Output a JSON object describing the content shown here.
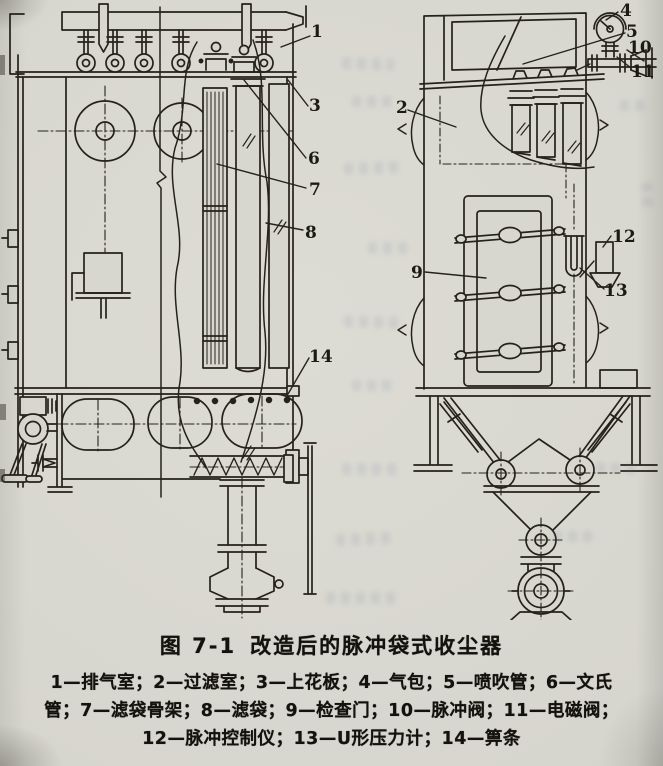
{
  "figure": {
    "caption": {
      "prefix": "图 7-1",
      "title": "改造后的脉冲袋式收尘器"
    },
    "legend_lines": [
      "1—排气室；2—过滤室；3—上花板；4—气包；5—喷吹管；6—文氏",
      "管；7—滤袋骨架；8—滤袋；9—检查门；10—脉冲阀；11—电磁阀；",
      "12—脉冲控制仪；13—U形压力计；14—箅条"
    ],
    "parts": [
      {
        "num": "1",
        "name": "排气室"
      },
      {
        "num": "2",
        "name": "过滤室"
      },
      {
        "num": "3",
        "name": "上花板"
      },
      {
        "num": "4",
        "name": "气包"
      },
      {
        "num": "5",
        "name": "喷吹管"
      },
      {
        "num": "6",
        "name": "文氏管"
      },
      {
        "num": "7",
        "name": "滤袋骨架"
      },
      {
        "num": "8",
        "name": "滤袋"
      },
      {
        "num": "9",
        "name": "检查门"
      },
      {
        "num": "10",
        "name": "脉冲阀"
      },
      {
        "num": "11",
        "name": "电磁阀"
      },
      {
        "num": "12",
        "name": "脉冲控制仪"
      },
      {
        "num": "13",
        "name": "U形压力计"
      },
      {
        "num": "14",
        "name": "箅条"
      }
    ],
    "callouts": [
      {
        "label": "1"
      },
      {
        "label": "2"
      },
      {
        "label": "3"
      },
      {
        "label": "4"
      },
      {
        "label": "5"
      },
      {
        "label": "6"
      },
      {
        "label": "7"
      },
      {
        "label": "8"
      },
      {
        "label": "9"
      },
      {
        "label": "10"
      },
      {
        "label": "11"
      },
      {
        "label": "12"
      },
      {
        "label": "13"
      },
      {
        "label": "14"
      }
    ]
  },
  "colors": {
    "paper": "#d8d7cf",
    "ink": "#262219"
  }
}
